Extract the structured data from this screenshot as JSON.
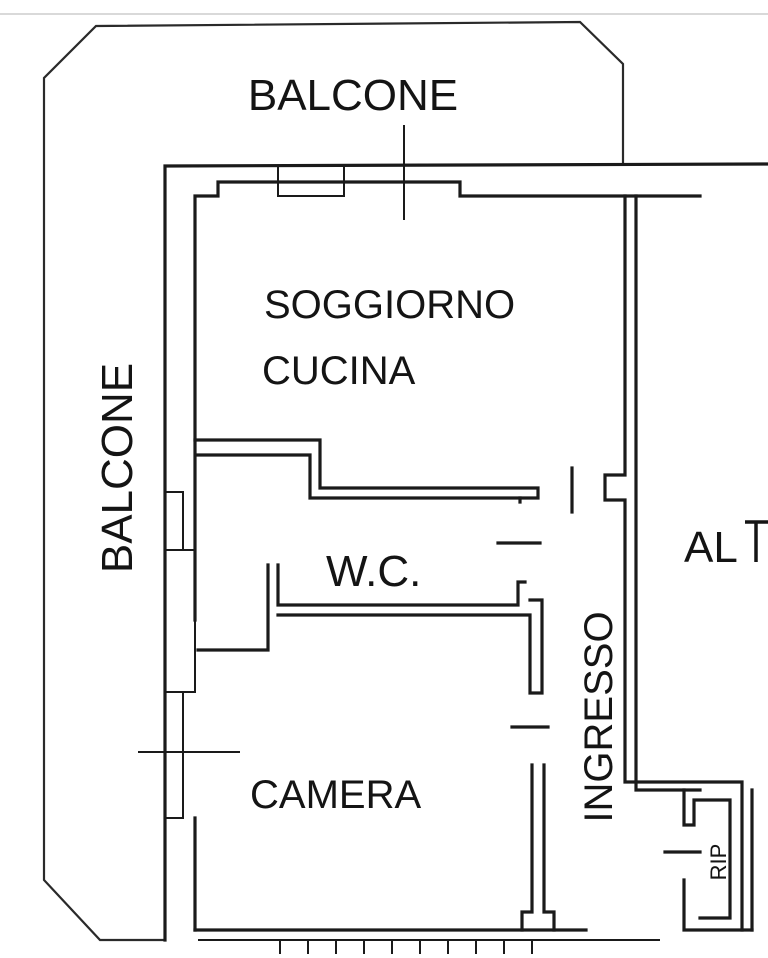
{
  "rooms": {
    "balcone_top": "BALCONE",
    "balcone_left": "BALCONE",
    "soggiorno": "SOGGIORNO",
    "cucina": "CUCINA",
    "wc": "W.C.",
    "camera": "CAMERA",
    "ingresso": "INGRESSO",
    "rip": "RIP",
    "alt": "AL"
  },
  "colors": {
    "line": "#1a1a1a",
    "background": "#ffffff"
  }
}
